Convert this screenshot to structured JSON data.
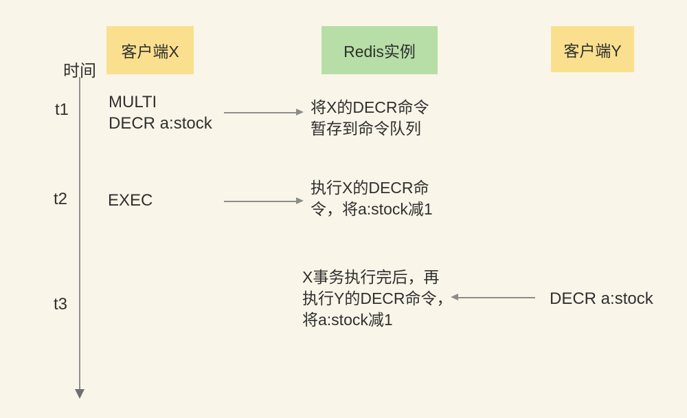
{
  "diagram": {
    "timeline": {
      "axis_label": "时间",
      "ticks": [
        "t1",
        "t2",
        "t3"
      ]
    },
    "actors": {
      "client_x": {
        "label": "客户端X",
        "color": "#FAE08E"
      },
      "redis": {
        "label": "Redis实例",
        "color": "#B6DEA6"
      },
      "client_y": {
        "label": "客户端Y",
        "color": "#FAE08E"
      }
    },
    "events": {
      "t1": {
        "client_x_command": "MULTI\nDECR a:stock",
        "redis_note": "将X的DECR命令\n暂存到命令队列"
      },
      "t2": {
        "client_x_command": "EXEC",
        "redis_note": "执行X的DECR命\n令，将a:stock减1"
      },
      "t3": {
        "redis_note": "X事务执行完后，再\n执行Y的DECR命令，\n将a:stock减1",
        "client_y_command": "DECR a:stock"
      }
    },
    "flows": [
      {
        "tick": "t1",
        "from": "client_x",
        "to": "redis",
        "direction": "right"
      },
      {
        "tick": "t2",
        "from": "client_x",
        "to": "redis",
        "direction": "right"
      },
      {
        "tick": "t3",
        "from": "client_y",
        "to": "redis",
        "direction": "left"
      }
    ],
    "colors": {
      "background": "#F9F5E8",
      "client_box": "#FAE08E",
      "redis_box": "#B6DEA6",
      "text": "#2F2F2F",
      "arrow": "#8C8C8C"
    }
  }
}
